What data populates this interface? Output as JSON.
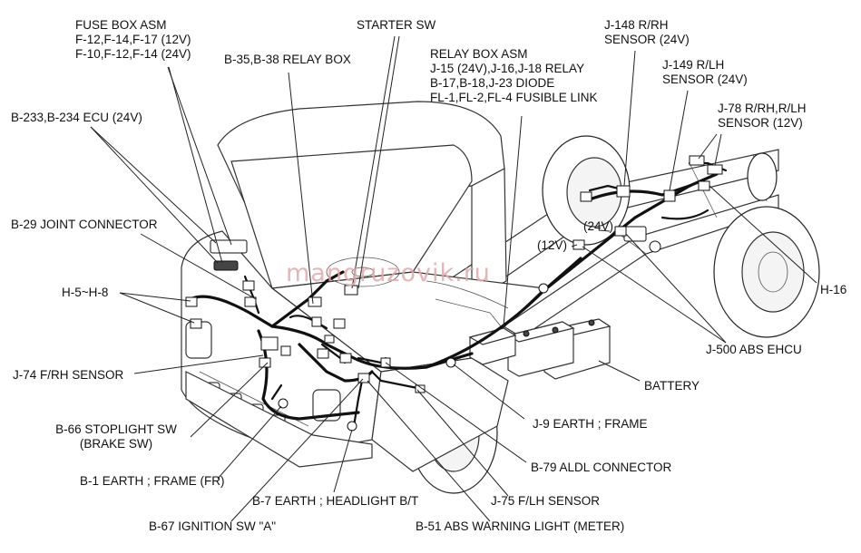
{
  "labels": {
    "fuse_box": [
      "FUSE BOX ASM",
      "F-12,F-14,F-17 (12V)",
      "F-10,F-12,F-14 (24V)"
    ],
    "starter_sw": "STARTER SW",
    "relay_box_b35": "B-35,B-38 RELAY BOX",
    "relay_box_asm": [
      "RELAY BOX ASM",
      "J-15 (24V),J-16,J-18 RELAY",
      "B-17,B-18,J-23 DIODE",
      "FL-1,FL-2,FL-4 FUSIBLE LINK"
    ],
    "j148": [
      "J-148 R/RH",
      "SENSOR (24V)"
    ],
    "j149": [
      "J-149 R/LH",
      "SENSOR (24V)"
    ],
    "j78": [
      "J-78 R/RH,R/LH",
      "SENSOR (12V)"
    ],
    "b233": "B-233,B-234 ECU (24V)",
    "b29": "B-29 JOINT CONNECTOR",
    "h5h8": "H-5~H-8",
    "h16": "H-16",
    "j500": "J-500 ABS EHCU",
    "battery": "BATTERY",
    "j74": "J-74 F/RH SENSOR",
    "b66": [
      "B-66 STOPLIGHT SW",
      "(BRAKE SW)"
    ],
    "j9": "J-9 EARTH ; FRAME",
    "b79": "B-79 ALDL CONNECTOR",
    "b1": "B-1 EARTH ; FRAME (FR)",
    "b7": "B-7 EARTH ; HEADLIGHT B/T",
    "j75": "J-75 F/LH SENSOR",
    "b67": "B-67 IGNITION SW \"A\"",
    "b51": "B-51 ABS WARNING LIGHT (METER)",
    "voltage_24v": "(24V)",
    "voltage_12v": "(12V)"
  },
  "watermark": "mangruzovik.ru"
}
